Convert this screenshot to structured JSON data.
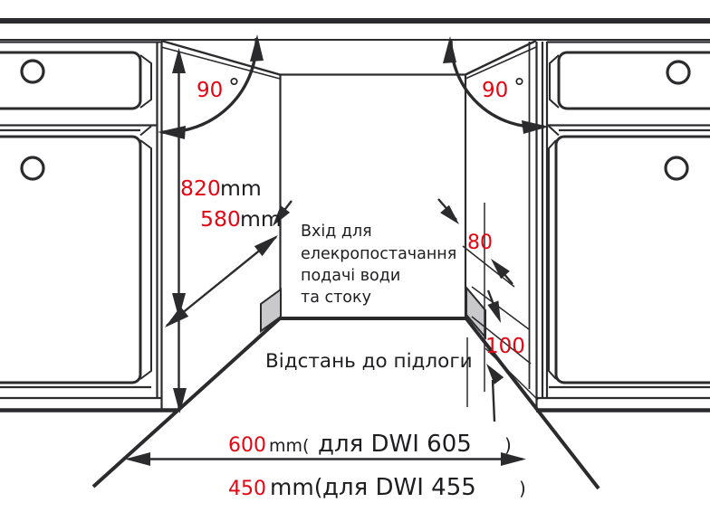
{
  "figure": {
    "kind": "built-in dishwasher installation niche diagram",
    "labels": {
      "angle_left": {
        "value": "90",
        "unit": "°"
      },
      "angle_right": {
        "value": "90",
        "unit": "°"
      },
      "niche_height": {
        "value": "820",
        "unit": "mm"
      },
      "niche_depth": {
        "value": "580",
        "unit": "mm"
      },
      "inlet_offset": {
        "value": "80"
      },
      "floor_gap": {
        "value": "100"
      },
      "width_dwi605": {
        "value": "600",
        "unit": "mm(",
        "model": "для DWI 605",
        "close": ")"
      },
      "width_dwi455": {
        "value": "450",
        "unit": "mm(",
        "model": "для DWI 455",
        "close": ")"
      }
    },
    "notes": {
      "inlet_line1": "Вхід для",
      "inlet_line2": "елекропостачання",
      "inlet_line3": "подачі води",
      "inlet_line4": "та стоку",
      "floor_distance": "Відстань до підлоги"
    },
    "colors": {
      "line": "#2b2b2e",
      "accent": "#e30613",
      "zone_fill": "#c9c9cb",
      "background": "#ffffff"
    }
  }
}
